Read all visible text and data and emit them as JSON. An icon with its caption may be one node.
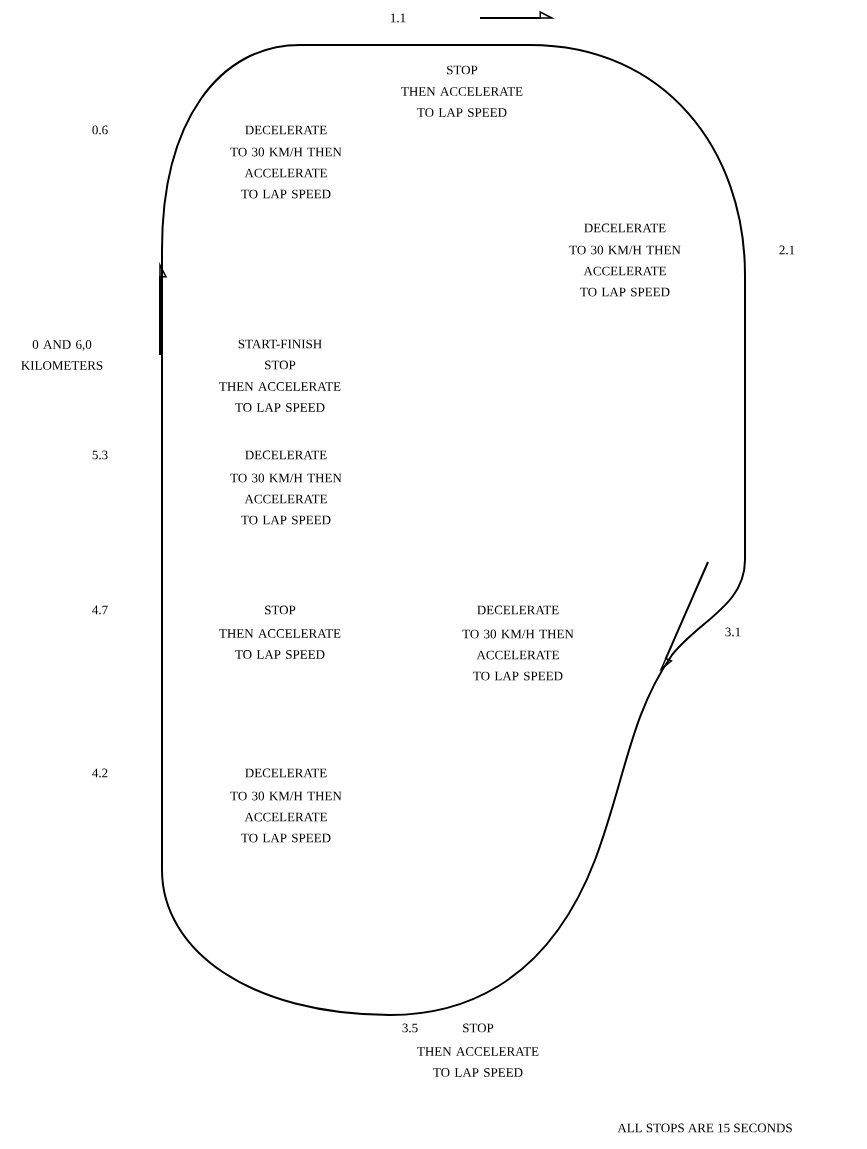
{
  "diagram": {
    "labels": [
      "1.1",
      "STOP",
      "THEN ACCELERATE TO LAP SPEED",
      "0.6",
      "DECELERATE",
      "TO 30 KM/H THEN ACCELERATE TO LAP SPEED",
      "DECELERATE",
      "TO 30 KM/H THEN ACCELERATE TO LAP SPEED",
      "2.1",
      "0 AND 6,0 KILOMETERS",
      "START-FINISH",
      "STOP",
      "THEN ACCELERATE TO LAP SPEED",
      "5.3",
      "DECELERATE",
      "TO 30 KM/H THEN ACCELERATE TO LAP SPEED",
      "4.7",
      "STOP",
      "THEN ACCELERATE TO LAP SPEED",
      "DECELERATE",
      "TO 30 KM/H THEN ACCELERATE TO LAP SPEED",
      "3.1",
      "4.2",
      "DECELERATE",
      "TO 30 KM/H THEN ACCELERATE TO LAP SPEED",
      "3.5",
      "STOP",
      "THEN ACCELERATE TO LAP SPEED",
      "ALL STOPS ARE 15 SECONDS"
    ]
  }
}
